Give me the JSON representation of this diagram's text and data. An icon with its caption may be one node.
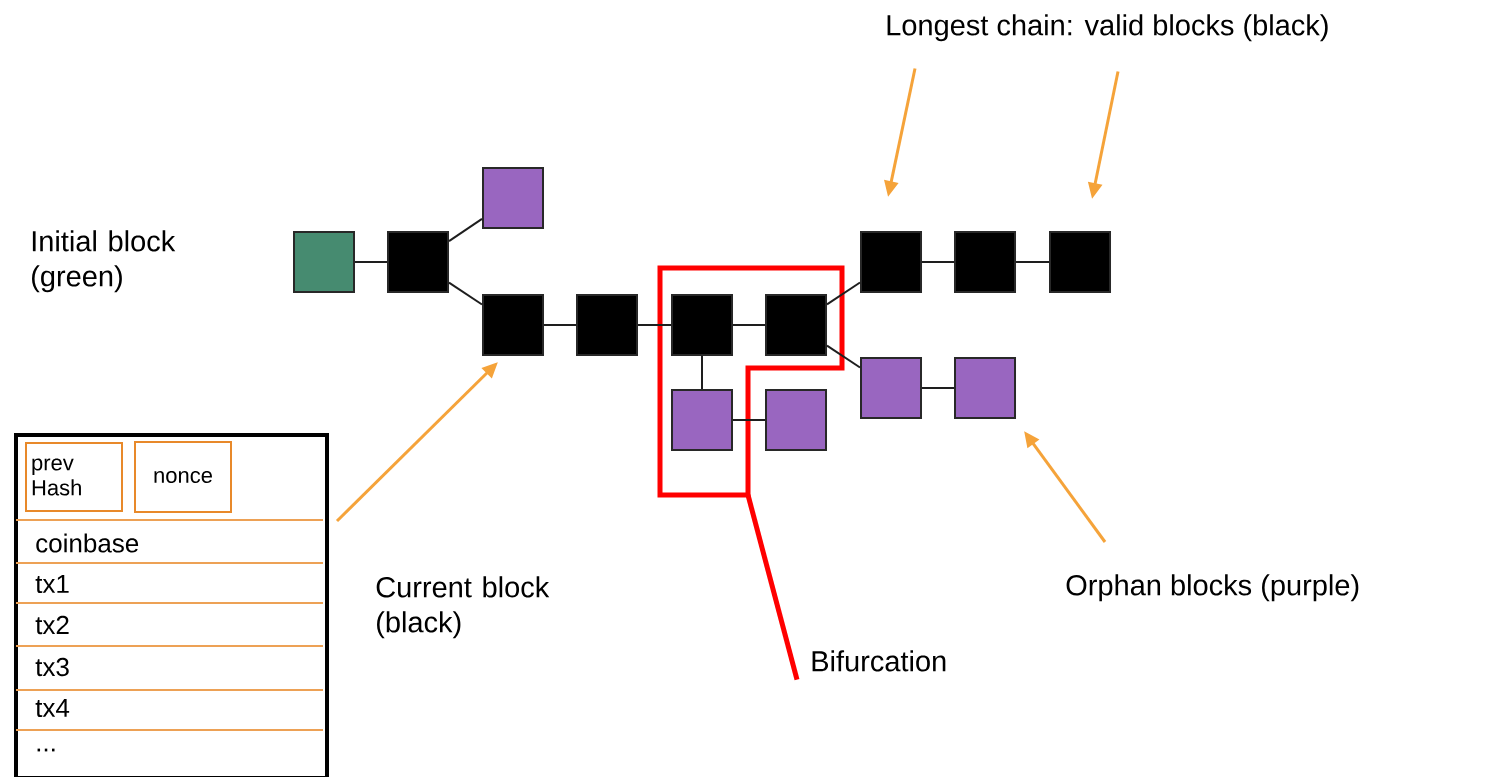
{
  "diagram": {
    "nodes": [
      {
        "text": [],
        "shape": "box"
      },
      {
        "text": [],
        "shape": "box"
      },
      {
        "text": [],
        "shape": "box"
      },
      {
        "text": [],
        "shape": "box"
      },
      {
        "text": [],
        "shape": "box"
      },
      {
        "text": [],
        "shape": "box"
      },
      {
        "text": [],
        "shape": "box"
      },
      {
        "text": [],
        "shape": "box"
      },
      {
        "text": [],
        "shape": "box"
      },
      {
        "text": [],
        "shape": "box"
      },
      {
        "text": [],
        "shape": "box"
      },
      {
        "text": [],
        "shape": "box"
      },
      {
        "text": [],
        "shape": "box"
      },
      {
        "text": [],
        "shape": "box"
      },
      {
        "text": [
          "Longest chain: valid blocks (black)"
        ]
      },
      {
        "text": [
          "Orphan blocks (purple)"
        ]
      },
      {
        "text": [
          "Bifurcation"
        ]
      },
      {
        "text": [
          "coinbase",
          "tx1",
          "tx2",
          "tx3",
          "tx4",
          "..."
        ]
      },
      {
        "text": [
          "prev Hash"
        ],
        "in": 17
      },
      {
        "text": [
          "nonce"
        ],
        "in": 17
      }
    ],
    "edges": [
      {
        "from": 0,
        "to": 1,
        "arrow": "none"
      },
      {
        "from": 1,
        "to": 2,
        "arrow": "none"
      },
      {
        "from": 1,
        "to": 3,
        "arrow": "none"
      },
      {
        "from": 3,
        "to": 4,
        "arrow": "none"
      },
      {
        "from": 4,
        "to": 5,
        "arrow": "none"
      },
      {
        "from": 5,
        "to": 6,
        "arrow": "none"
      },
      {
        "from": 5,
        "to": 7,
        "arrow": "none"
      },
      {
        "from": 7,
        "to": 8,
        "arrow": "none"
      },
      {
        "from": 6,
        "to": 9,
        "arrow": "none"
      },
      {
        "from": 6,
        "to": 12,
        "arrow": "none"
      },
      {
        "from": 9,
        "to": 10,
        "arrow": "none"
      },
      {
        "from": 10,
        "to": 11,
        "arrow": "none"
      },
      {
        "from": 12,
        "to": 13,
        "arrow": "none"
      },
      {
        "from": 14,
        "to": 9,
        "arrow": "to",
        "color": "#f5a33a"
      },
      {
        "from": 14,
        "to": 11,
        "arrow": "to",
        "color": "#f5a33a"
      },
      {
        "from": 15,
        "to": 13,
        "arrow": "to",
        "color": "#f5a33a"
      },
      {
        "from": 17,
        "to": 3,
        "arrow": "to",
        "color": "#f5a33a"
      },
      {
        "from": 16,
        "to": null,
        "arrow": "none",
        "style": "thick",
        "color": "#ff0000"
      }
    ],
    "labels": [
      "Initial block (green)",
      "Current block (black)"
    ]
  }
}
